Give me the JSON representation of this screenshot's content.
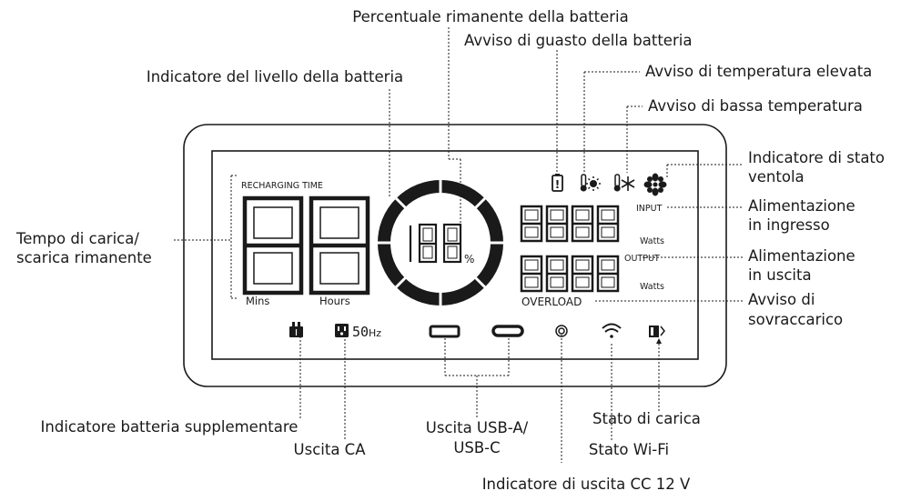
{
  "callouts": {
    "battery_percentage": "Percentuale rimanente della batteria",
    "battery_fault": "Avviso di guasto della batteria",
    "high_temp": "Avviso di temperatura elevata",
    "battery_level": "Indicatore del livello della batteria",
    "low_temp": "Avviso di bassa temperatura",
    "fan_status_line1": "Indicatore di stato",
    "fan_status_line2": "ventola",
    "input_power_line1": "Alimentazione",
    "input_power_line2": "in ingresso",
    "time_remaining_line1": "Tempo di carica/",
    "time_remaining_line2": "scarica rimanente",
    "output_power_line1": "Alimentazione",
    "output_power_line2": "in uscita",
    "overload_line1": "Avviso di",
    "overload_line2": "sovraccarico",
    "extra_battery": "Indicatore batteria supplementare",
    "ac_output": "Uscita CA",
    "usb_output_line1": "Uscita USB-A/",
    "usb_output_line2": "USB-C",
    "wifi_status": "Stato Wi-Fi",
    "charge_status": "Stato di carica",
    "dc_output": "Indicatore di uscita CC 12 V"
  },
  "display": {
    "recharging_time": "RECHARGING TIME",
    "mins": "Mins",
    "hours": "Hours",
    "percent_sign": "%",
    "input_label": "INPUT",
    "output_label": "OUTPUT",
    "watts_input": "Watts",
    "watts_output": "Watts",
    "overload": "OVERLOAD",
    "ac_freq_digits": "50",
    "ac_freq_unit": "Hz",
    "fault_mark": "!"
  },
  "icons": [
    "battery-fault-icon",
    "high-temp-icon",
    "low-temp-icon",
    "fan-icon",
    "extra-battery-icon",
    "ac-outlet-icon",
    "usb-a-icon",
    "usb-c-icon",
    "dc-output-icon",
    "wifi-icon",
    "charge-status-icon"
  ]
}
